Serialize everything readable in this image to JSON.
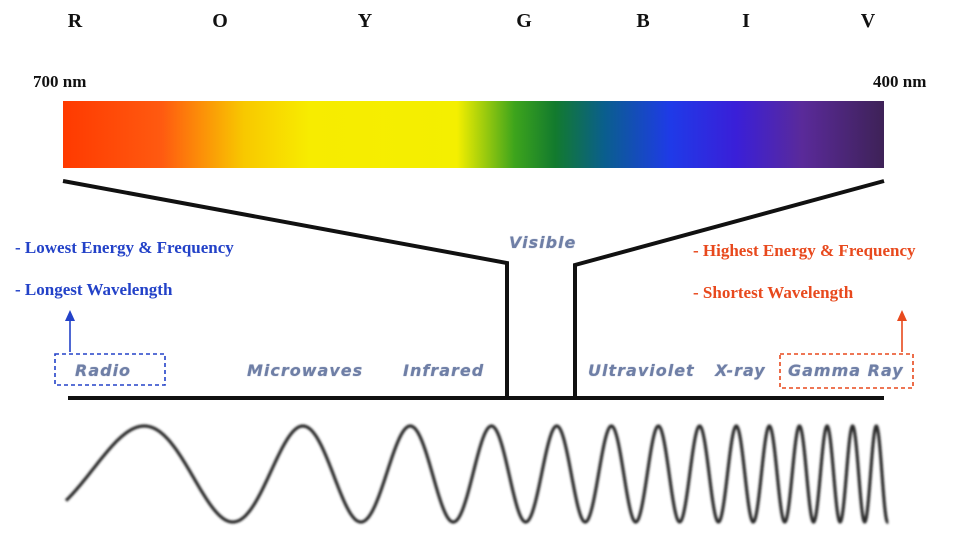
{
  "spectrum": {
    "letters": [
      "R",
      "O",
      "Y",
      "G",
      "B",
      "I",
      "V"
    ],
    "left_wavelength": "700 nm",
    "right_wavelength": "400 nm",
    "colors": [
      "#ff3a00",
      "#ff5a10",
      "#f8c800",
      "#f7ec00",
      "#f4ef00",
      "#3da41c",
      "#127a2e",
      "#0a5e8e",
      "#1f3ae8",
      "#3a1fd8",
      "#5a2a9a",
      "#3e2257"
    ]
  },
  "left_notes": {
    "line1": "- Lowest Energy & Frequency",
    "line2": "- Longest Wavelength",
    "color": "#2342c8"
  },
  "right_notes": {
    "line1": "- Highest Energy & Frequency",
    "line2": "- Shortest Wavelength",
    "color": "#e8491d"
  },
  "bands": {
    "visible": "Visible",
    "radio": "Radio",
    "microwaves": "Microwaves",
    "infrared": "Infrared",
    "ultraviolet": "Ultraviolet",
    "xray": "X-ray",
    "gamma": "Gamma Ray"
  },
  "icons": {
    "left_arrow": "arrow-up-icon",
    "right_arrow": "arrow-up-icon"
  }
}
